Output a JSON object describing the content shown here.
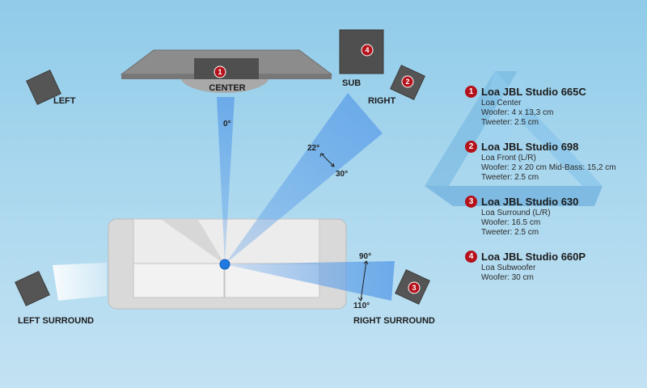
{
  "labels": {
    "center": "CENTER",
    "left": "LEFT",
    "right": "RIGHT",
    "sub": "SUB",
    "left_surround": "LEFT SURROUND",
    "right_surround": "RIGHT SURROUND"
  },
  "badges": {
    "center": "1",
    "right": "2",
    "right_surround": "3",
    "sub": "4"
  },
  "angles": {
    "center": "0°",
    "front_inner": "22°",
    "front_outer": "30°",
    "surround_inner": "90°",
    "surround_outer": "110°"
  },
  "legend": [
    {
      "num": "1",
      "title": "Loa JBL Studio 665C",
      "lines": [
        "Loa Center",
        "Woofer: 4 x 13,3 cm",
        "Tweeter: 2.5 cm"
      ]
    },
    {
      "num": "2",
      "title": "Loa JBL Studio 698",
      "lines": [
        "Loa Front (L/R)",
        "Woofer: 2 x 20 cm  Mid-Bass: 15,2 cm",
        "Tweeter: 2.5 cm"
      ]
    },
    {
      "num": "3",
      "title": "Loa JBL Studio 630",
      "lines": [
        "Loa Surround (L/R)",
        "Woofer: 16.5 cm",
        "Tweeter: 2.5 cm"
      ]
    },
    {
      "num": "4",
      "title": "Loa JBL Studio 660P",
      "lines": [
        "Loa Subwoofer",
        "Woofer: 30 cm"
      ]
    }
  ],
  "colors": {
    "beam": "#5b9de8",
    "badge": "#b5121b",
    "speaker": "#555555",
    "sofa": "#e2e2e2",
    "listener": "#1f7ae0"
  }
}
